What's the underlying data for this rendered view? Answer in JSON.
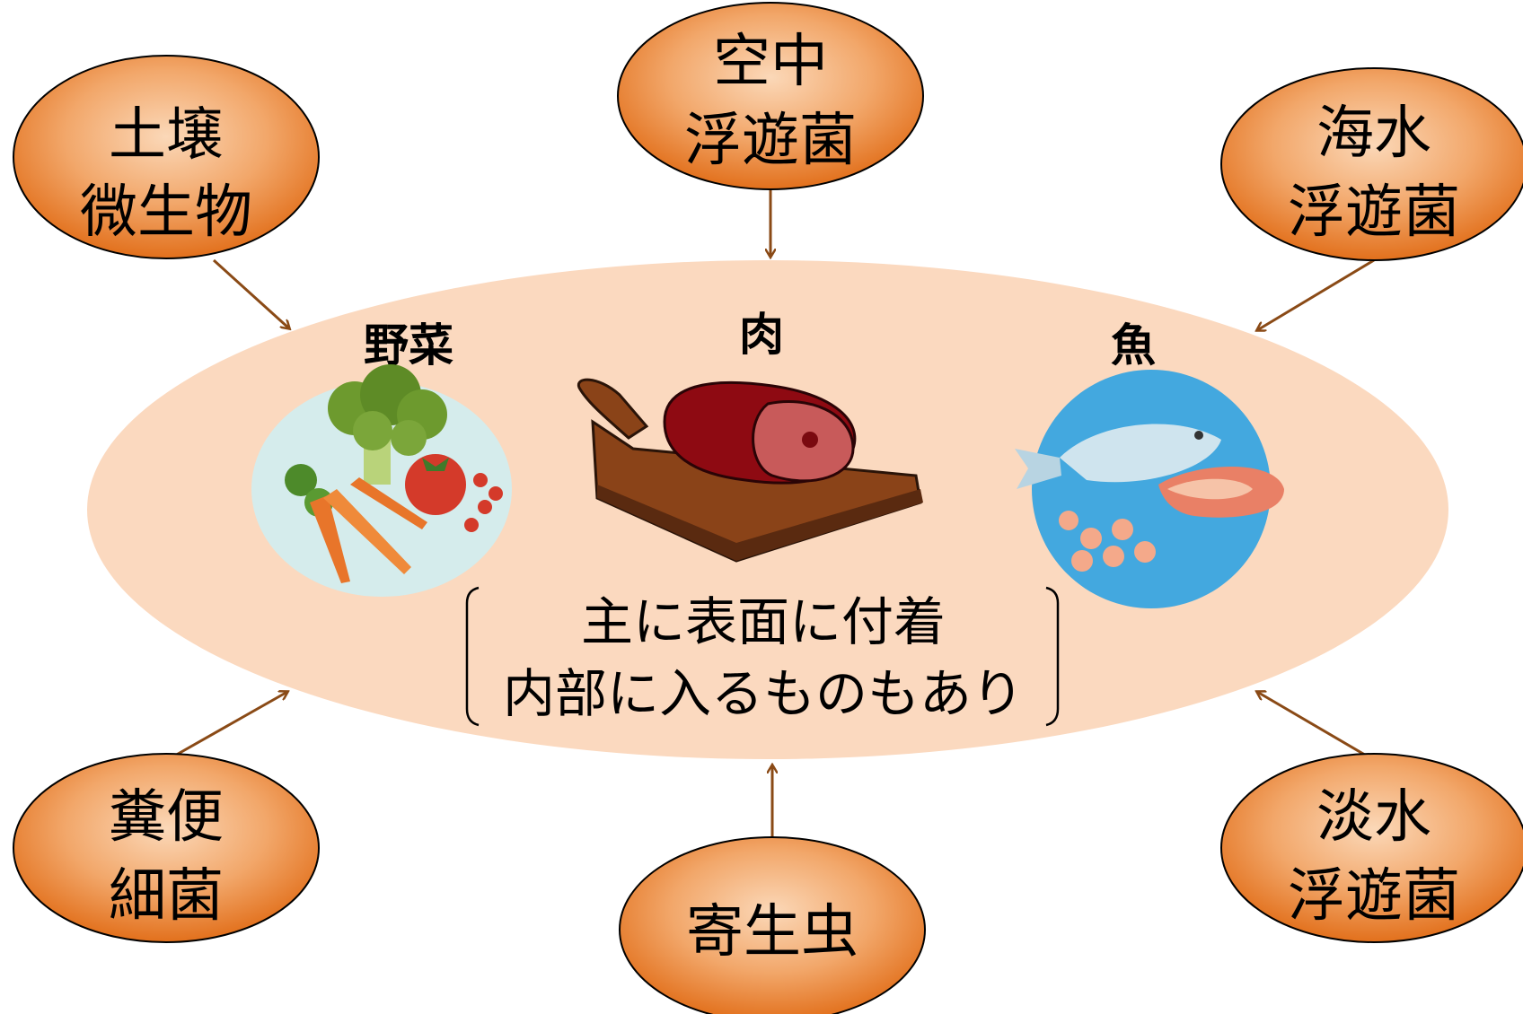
{
  "sources": [
    {
      "id": "soil",
      "lines": [
        "土壌",
        "微生物"
      ]
    },
    {
      "id": "air",
      "lines": [
        "空中",
        "浮遊菌"
      ]
    },
    {
      "id": "sea",
      "lines": [
        "海水",
        "浮遊菌"
      ]
    },
    {
      "id": "feces",
      "lines": [
        "糞便",
        "細菌"
      ]
    },
    {
      "id": "parasite",
      "lines": [
        "寄生虫"
      ]
    },
    {
      "id": "freshwater",
      "lines": [
        "淡水",
        "浮遊菌"
      ]
    }
  ],
  "foods": {
    "vegetable": "野菜",
    "meat": "肉",
    "fish": "魚"
  },
  "note": {
    "line1": "主に表面に付着",
    "line2": "内部に入るものもあり"
  },
  "colors": {
    "ellipse_fill": "#fbd9bf",
    "node_light": "#fad3b0",
    "node_dark": "#e2701c",
    "arrow": "#8a4a16",
    "plate_veg": "#d5ecec",
    "plate_fish": "#43a8df"
  }
}
